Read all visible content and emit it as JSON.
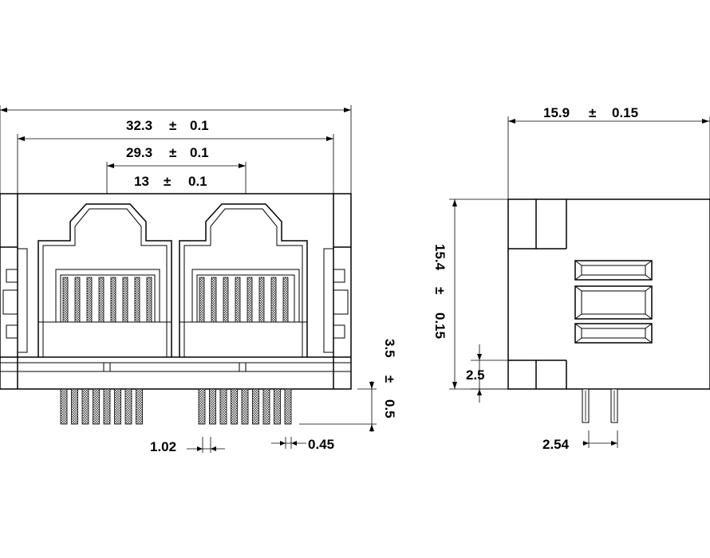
{
  "front_view": {
    "overall_width": {
      "value": "32.3",
      "sym": "±",
      "tol": "0.1"
    },
    "inner_width": {
      "value": "29.3",
      "sym": "±",
      "tol": "0.1"
    },
    "port_pitch": {
      "value": "13",
      "sym": "±",
      "tol": "0.1"
    },
    "pin_height": {
      "value": "3.5",
      "sym": "±",
      "tol": "0.5"
    },
    "pin_pitch": "1.02",
    "pin_width": "0.45"
  },
  "side_view": {
    "depth": {
      "value": "15.9",
      "sym": "±",
      "tol": "0.15"
    },
    "height": {
      "value": "15.4",
      "sym": "±",
      "tol": "0.15"
    },
    "foot_height": "2.5",
    "row_pitch": "2.54"
  }
}
